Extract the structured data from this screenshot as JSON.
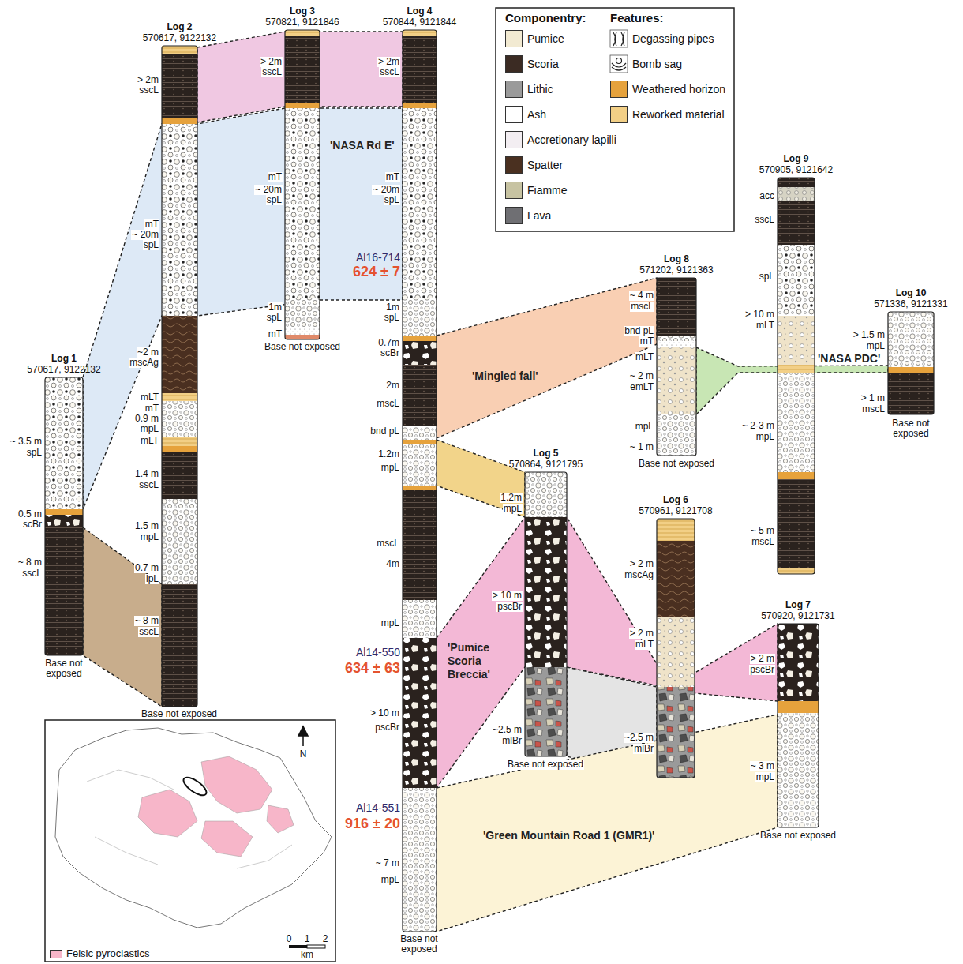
{
  "diagram": {
    "nodes": [
      {
        "text": [
          "Log 1",
          "570617, 9122132"
        ]
      },
      {
        "text": [
          "Log 2",
          "570617, 9122132"
        ]
      },
      {
        "text": [
          "Log 3",
          "570821, 9121846"
        ]
      },
      {
        "text": [
          "Log 4",
          "570844, 9121844"
        ]
      },
      {
        "text": [
          "Log 5",
          "570864, 9121795"
        ]
      },
      {
        "text": [
          "Log 6",
          "570961, 9121708"
        ]
      },
      {
        "text": [
          "Log 7",
          "570920, 9121731"
        ]
      },
      {
        "text": [
          "Log 8",
          "571202, 9121363"
        ]
      },
      {
        "text": [
          "Log 9",
          "570905, 9121642"
        ]
      },
      {
        "text": [
          "Log 10",
          "571336, 9121331"
        ]
      }
    ],
    "labels": [
      "> 2m",
      "sscL",
      "mT",
      "~ 20m",
      "spL",
      "~2 m",
      "mscAg",
      "mLT",
      "mT",
      "0.9 m",
      "mpL",
      "mLT",
      "1.4 m",
      "sscL",
      "1.5 m",
      "mpL",
      "0.7 m",
      "lpL",
      "~ 8 m",
      "sscL",
      "Base not exposed",
      "~ 3.5 m",
      "spL",
      "0.5 m",
      "scBr",
      "~ 8 m",
      "sscL",
      "Base not exposed",
      "> 2m",
      "sscL",
      "mT",
      "~ 20m",
      "spL",
      "1m",
      "spL",
      "mT",
      "Base not exposed",
      "> 2m",
      "sscL",
      "mT",
      "~ 20m",
      "spL",
      "1m",
      "spL",
      "0.7m",
      "scBr",
      "2m",
      "mscL",
      "bnd pL",
      "1.2m",
      "mpL",
      "mscL",
      "4m",
      "mpL",
      "> 10 m",
      "pscBr",
      "~ 7 m",
      "mpL",
      "Base not exposed",
      "Al16-714",
      "624 ± 7",
      "Al14-550",
      "634 ± 63",
      "Al14-551",
      "916 ± 20",
      "1.2m",
      "mpL",
      "> 10 m",
      "pscBr",
      "~2.5 m",
      "mlBr",
      "Base not exposed",
      "> 2 m",
      "mscAg",
      "> 2 m",
      "mLT",
      "~2.5 m",
      "mlBr",
      "> 2 m",
      "pscBr",
      "~ 3 m",
      "mpL",
      "Base not exposed",
      "~ 4 m",
      "mscL",
      "bnd pL",
      "mT",
      "mLT",
      "~ 2 m",
      "emLT",
      "mpL",
      "~ 1 m",
      "Base not exposed",
      "acc",
      "sscL",
      "spL",
      "> 10 m",
      "mLT",
      "~ 2-3 m",
      "mpL",
      "~ 5 m",
      "mscL",
      "> 1.5 m",
      "mpL",
      "> 1 m",
      "mscL",
      "Base not exposed",
      "'NASA Rd E'",
      "'Mingled fall'",
      "'NASA PDC'",
      "'Pumice Scoria Breccia'",
      "'Green Mountain Road 1 (GMR1)'",
      "Componentry:",
      "Features:",
      "N",
      "0",
      "1",
      "2",
      "km"
    ],
    "legend": [
      {
        "text": "Pumice",
        "color": "#f2ead2"
      },
      {
        "text": "Scoria",
        "color": "#3b2b23"
      },
      {
        "text": "Lithic",
        "color": "#9a9a9a"
      },
      {
        "text": "Ash",
        "color": "#ffffff"
      },
      {
        "text": "Accretionary lapilli",
        "color": "#f3eef2"
      },
      {
        "text": "Spatter",
        "color": "#4a3020"
      },
      {
        "text": "Fiamme",
        "color": "#c7c3a2"
      },
      {
        "text": "Lava",
        "color": "#6f6f73"
      },
      {
        "text": "Degassing pipes"
      },
      {
        "text": "Bomb sag"
      },
      {
        "text": "Weathered horizon",
        "color": "#e6a23c"
      },
      {
        "text": "Reworked material",
        "color": "#f2cf86"
      },
      {
        "text": "Felsic pyroclastics",
        "color": "#f7b6c9"
      }
    ]
  }
}
